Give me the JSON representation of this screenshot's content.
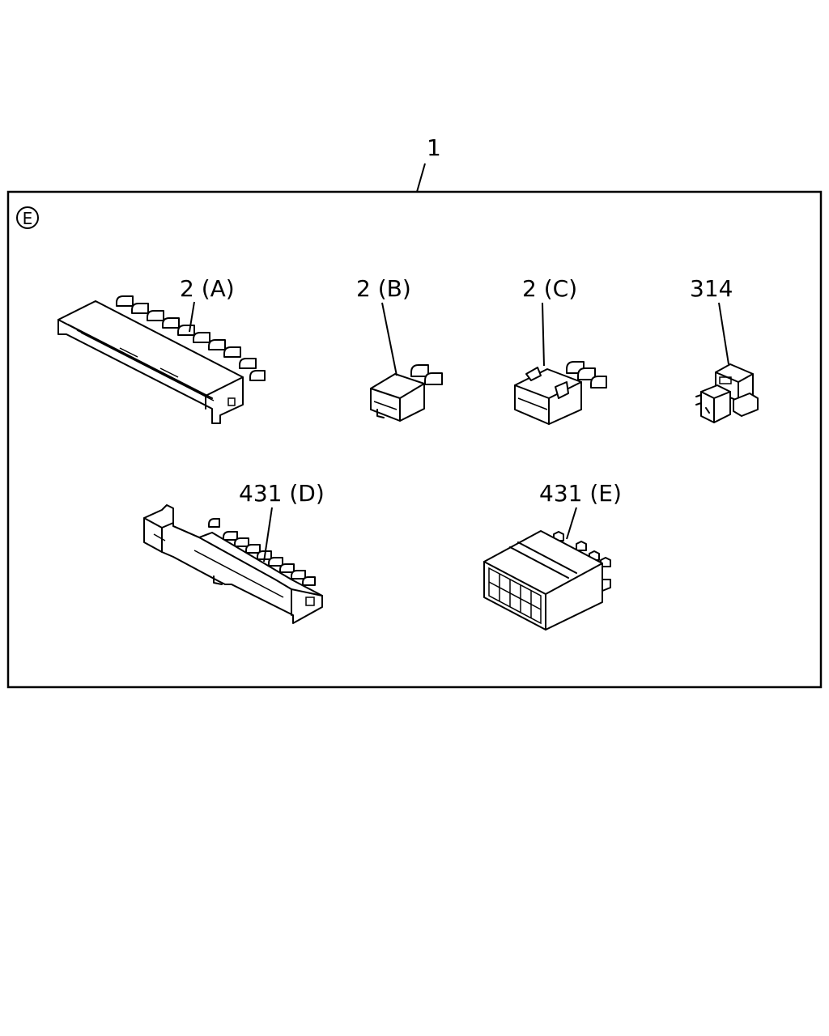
{
  "assembly": {
    "number": "1",
    "view_marker": "E"
  },
  "parts": [
    {
      "id": "part-2a",
      "label": "2 (A)"
    },
    {
      "id": "part-2b",
      "label": "2 (B)"
    },
    {
      "id": "part-2c",
      "label": "2 (C)"
    },
    {
      "id": "part-314",
      "label": "314"
    },
    {
      "id": "part-431d",
      "label": "431 (D)"
    },
    {
      "id": "part-431e",
      "label": "431 (E)"
    }
  ]
}
